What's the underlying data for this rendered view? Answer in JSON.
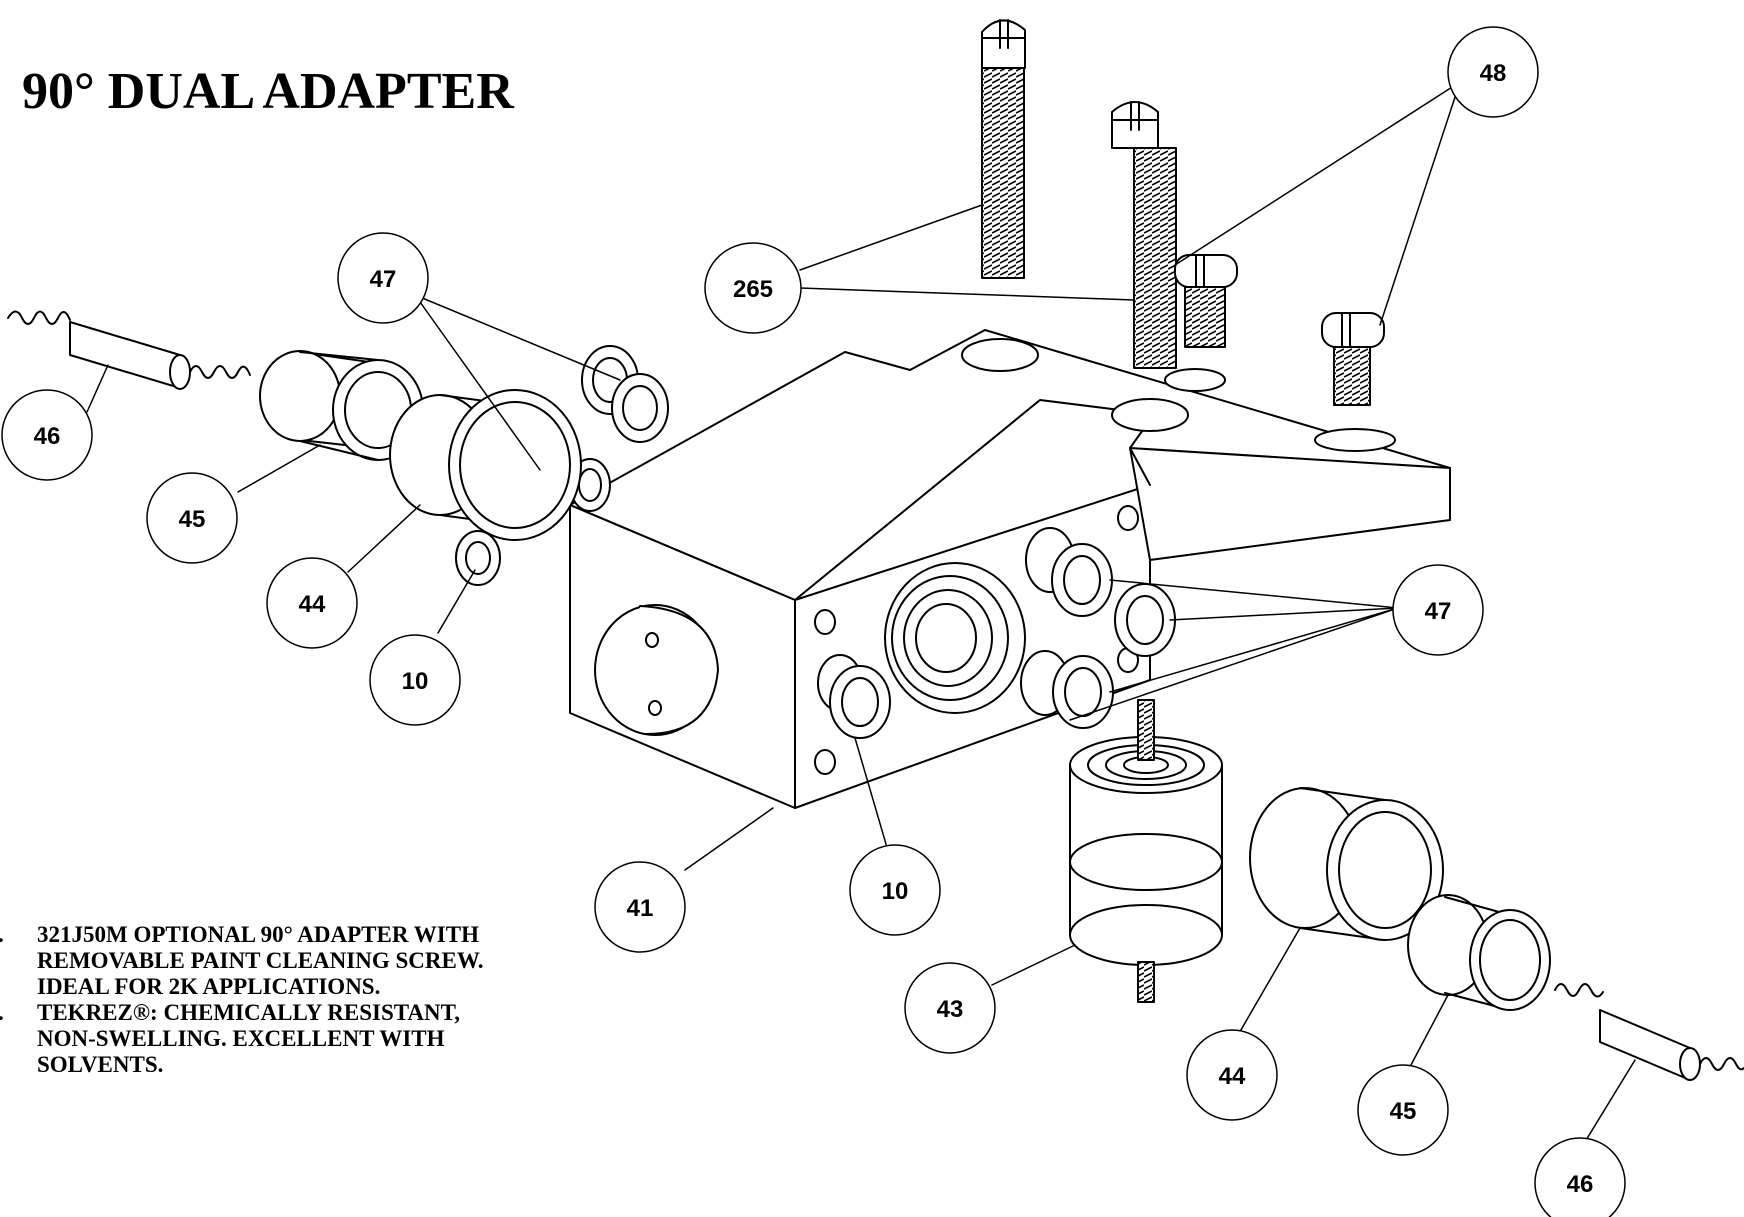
{
  "title": "90° DUAL ADAPTER",
  "notes": [
    {
      "marker": ".",
      "text": "321J50M OPTIONAL 90° ADAPTER WITH REMOVABLE PAINT CLEANING SCREW.  IDEAL FOR 2K APPLICATIONS."
    },
    {
      "marker": ".",
      "text": "TEKREZ®: CHEMICALLY RESISTANT, NON-SWELLING. EXCELLENT WITH SOLVENTS."
    }
  ],
  "callouts": [
    "47",
    "46",
    "45",
    "44",
    "10",
    "265",
    "48",
    "47",
    "41",
    "10",
    "43",
    "44",
    "45",
    "46"
  ],
  "colors": {
    "line": "#000000",
    "background": "#ffffff"
  }
}
